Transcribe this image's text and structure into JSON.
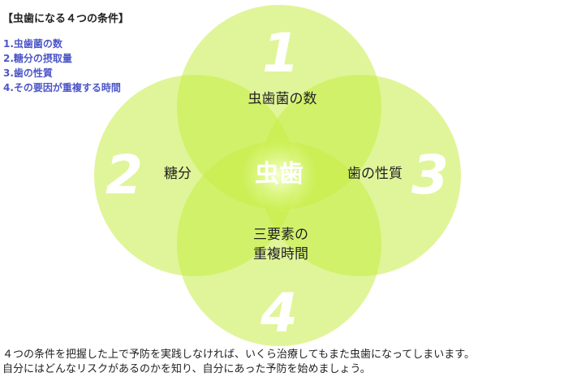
{
  "heading": "【虫歯になる４つの条件】",
  "conditions": [
    "1.虫歯菌の数",
    "2.糖分の摂取量",
    "3.歯の性質",
    "4.その要因が重複する時間"
  ],
  "diagram": {
    "circles": [
      {
        "number": "1",
        "label": "虫歯菌の数"
      },
      {
        "number": "2",
        "label": "糖分"
      },
      {
        "number": "3",
        "label": "歯の性質"
      },
      {
        "number": "4",
        "label_lines": [
          "三要素の",
          "重複時間"
        ]
      }
    ],
    "center_label": "虫歯",
    "colors": {
      "circle_fill": "#c6ec45",
      "center_glow": "#e9ffa8",
      "number_fill": "#ffffff",
      "list_text": "#4c56c8"
    }
  },
  "footer": [
    "４つの条件を把握した上で予防を実践しなければ、いくら治療してもまた虫歯になってしまいます。",
    "自分にはどんなリスクがあるのかを知り、自分にあった予防を始めましょう。"
  ]
}
